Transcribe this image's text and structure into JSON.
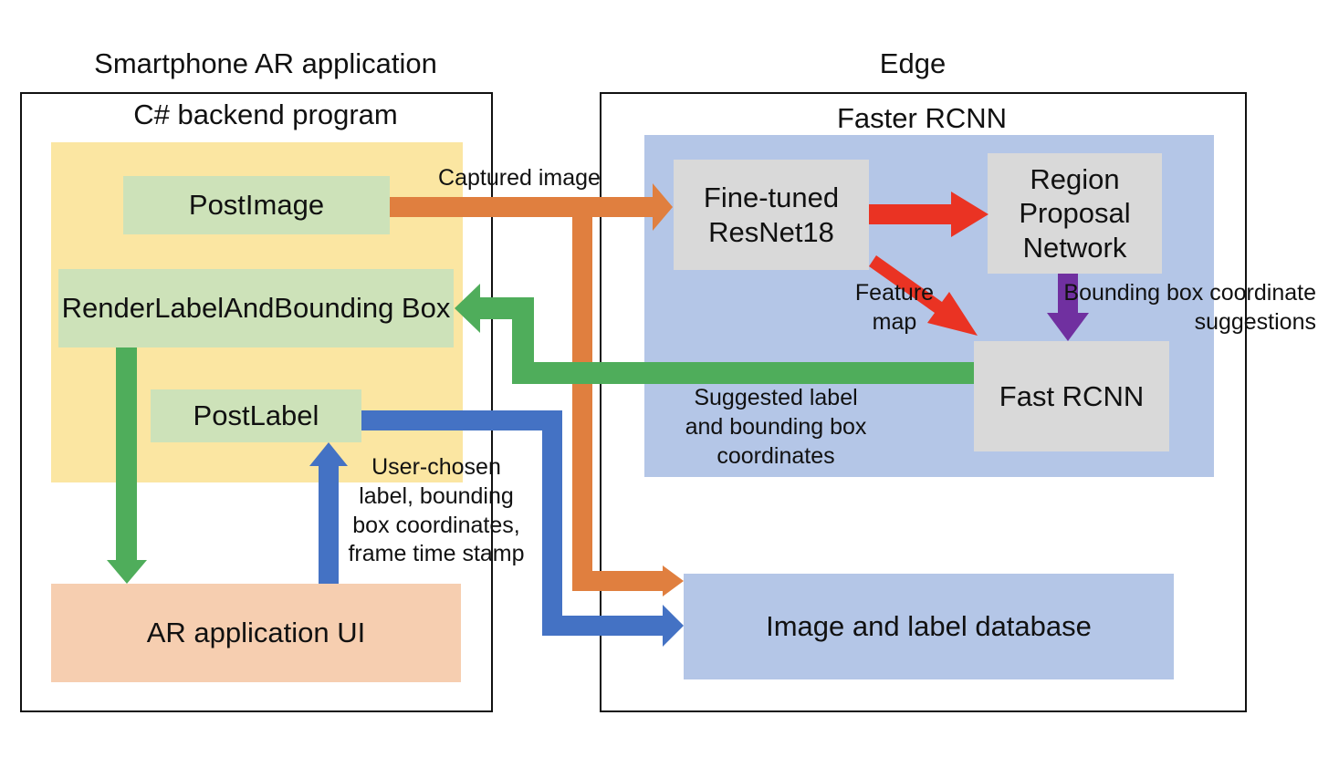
{
  "groups": {
    "smartphone": {
      "title": "Smartphone AR application",
      "subtitle": "C# backend program"
    },
    "edge": {
      "title": "Edge",
      "subtitle": "Faster RCNN"
    }
  },
  "nodes": {
    "post_image": "PostImage",
    "render_label": "RenderLabelAndBounding Box",
    "post_label": "PostLabel",
    "ar_ui": "AR application UI",
    "resnet": "Fine-tuned ResNet18",
    "rpn": "Region Proposal Network",
    "fast_rcnn": "Fast RCNN",
    "database": "Image and label database"
  },
  "edge_labels": {
    "captured_image": "Captured image",
    "feature_map": "Feature\nmap",
    "bbox_suggestions": "Bounding box coordinate\nsuggestions",
    "suggested_label": "Suggested label\nand bounding box\ncoordinates",
    "user_chosen": "User-chosen\nlabel, bounding\nbox coordinates,\nframe time stamp"
  },
  "colors": {
    "backend_fill": "#fbe6a2",
    "faster_rcnn_fill": "#b4c6e7",
    "green_node": "#cde2b9",
    "gray_node": "#d9d9d9",
    "ui_fill": "#f6ceb0",
    "database_fill": "#b4c6e7",
    "orange_arrow": "#e07f3f",
    "red_arrow": "#ea3323",
    "purple_arrow": "#7030a0",
    "green_arrow": "#4fad5b",
    "blue_arrow": "#4472c4"
  }
}
